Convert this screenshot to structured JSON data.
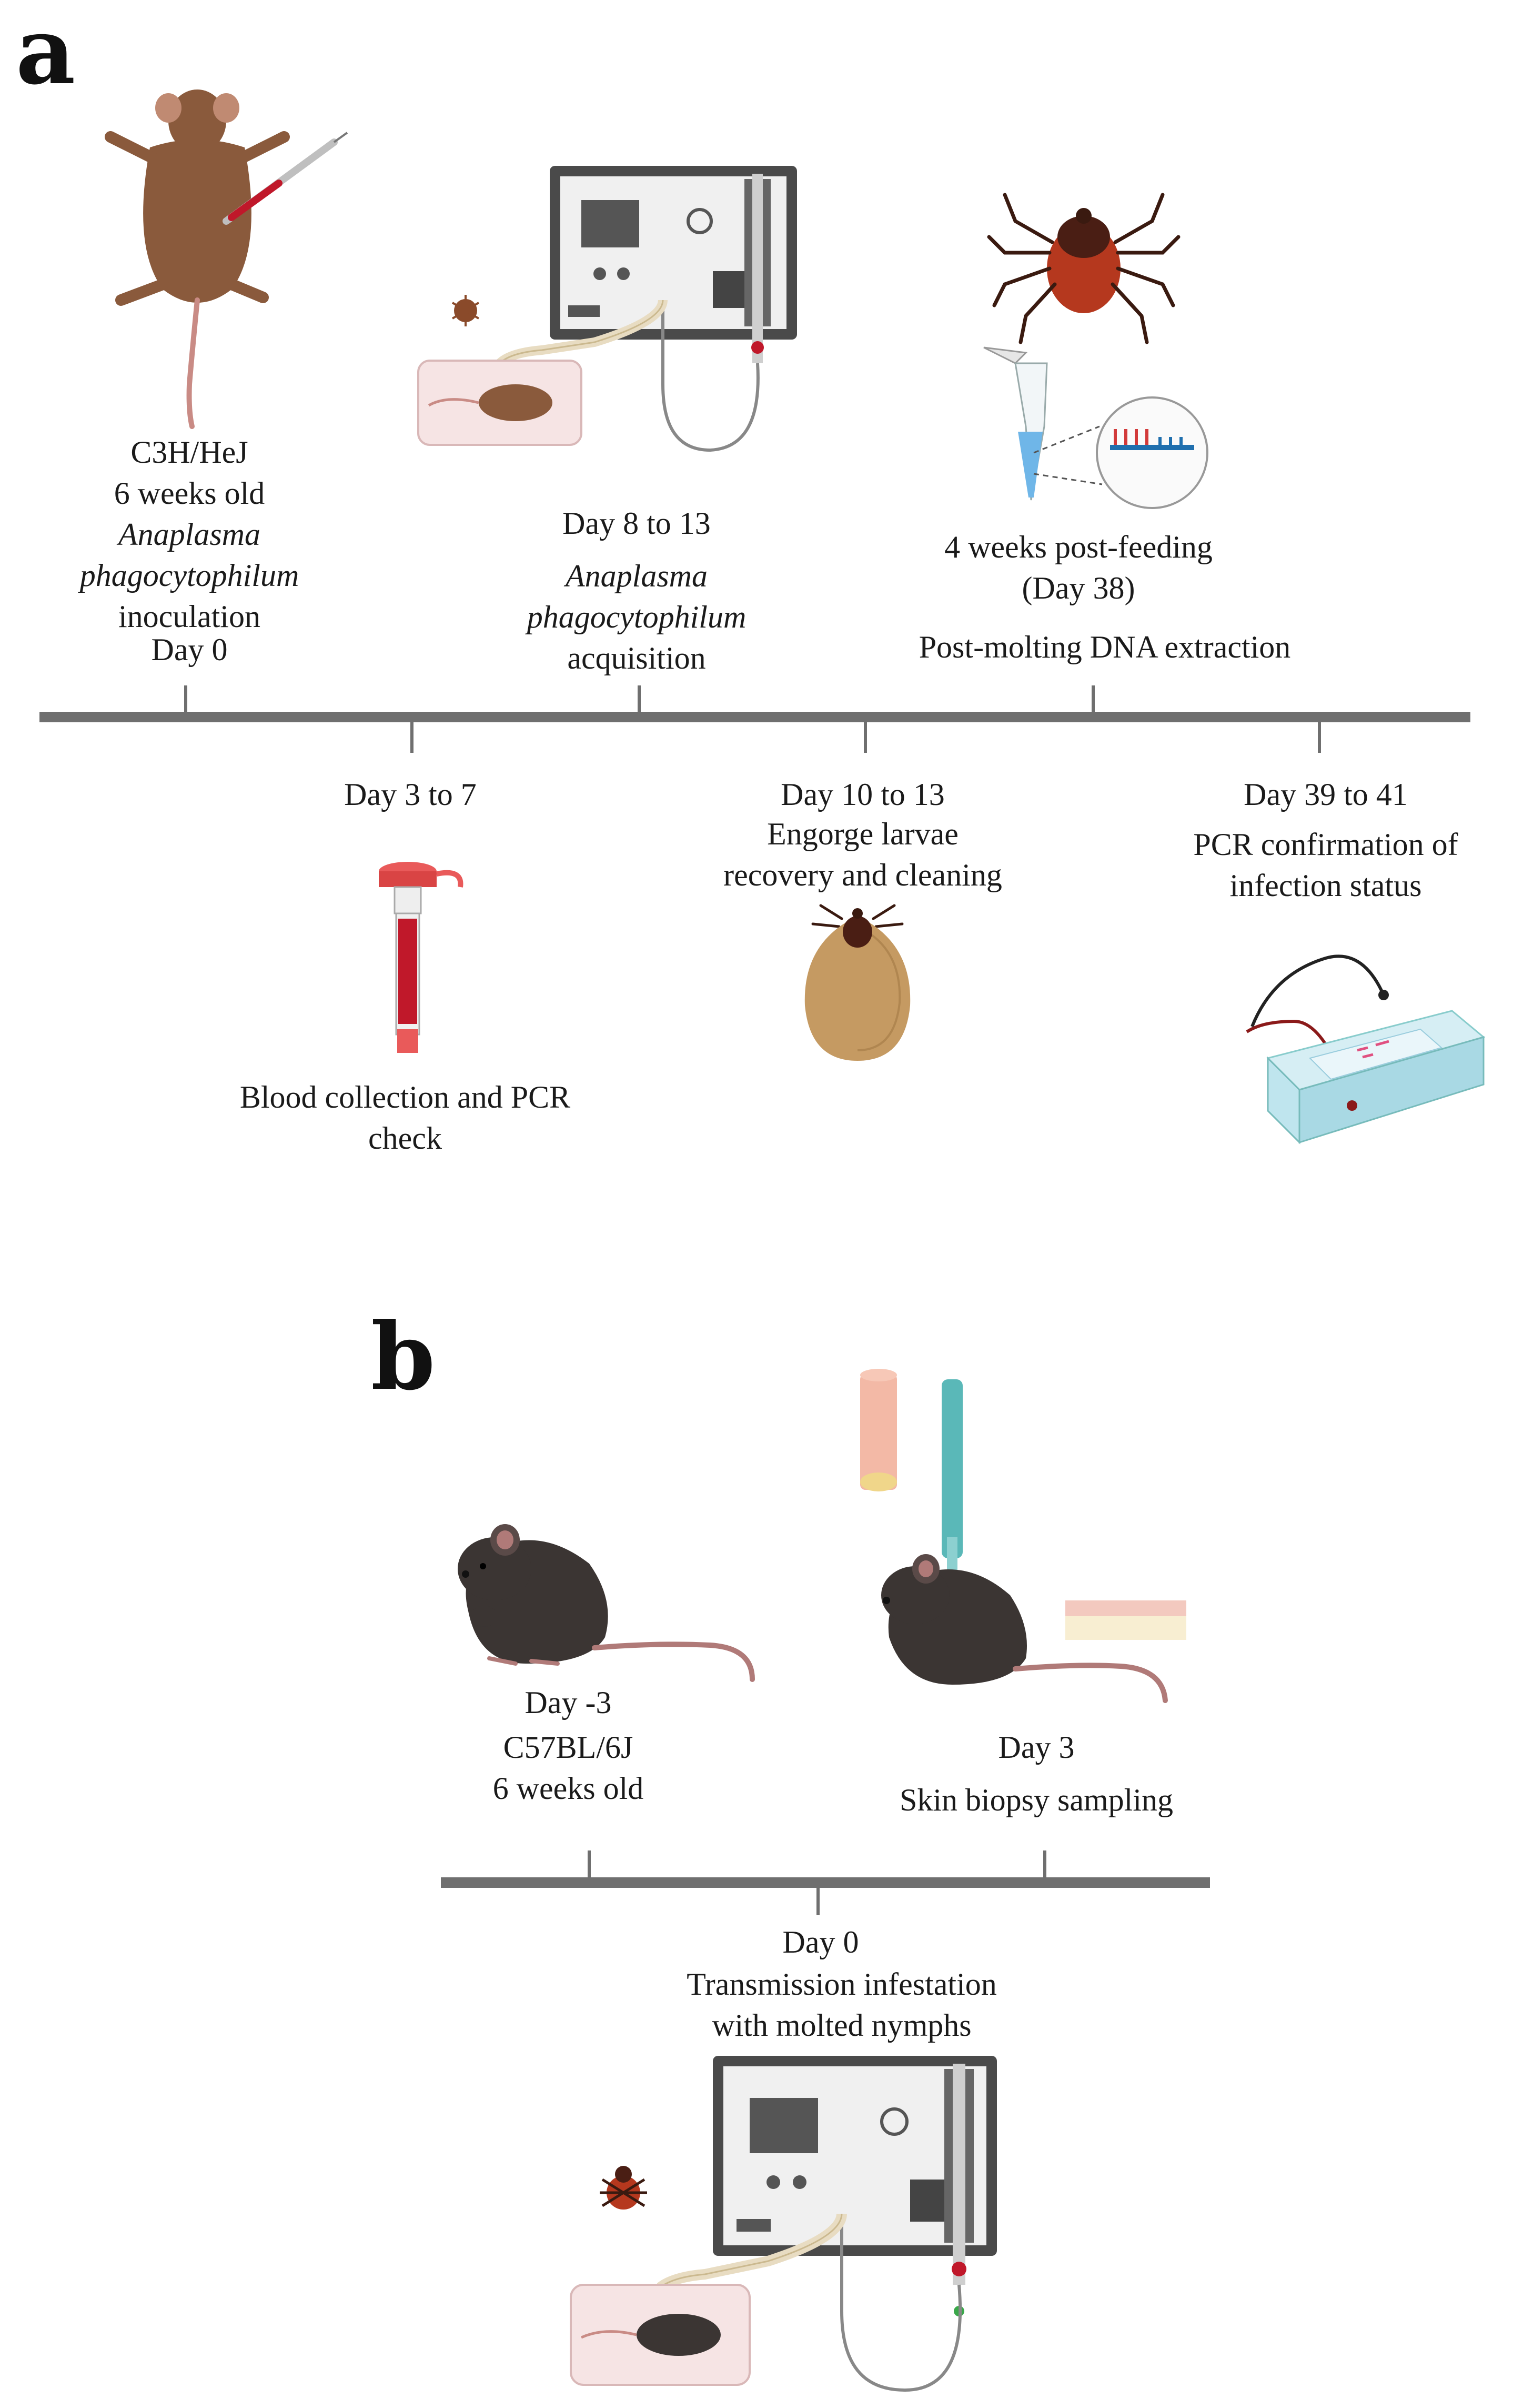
{
  "panel_a": {
    "label": "a",
    "events_above": [
      {
        "lines": [
          "C3H/HeJ",
          "6 weeks old",
          "Anaplasma",
          "phagocytophilum",
          "inoculation"
        ],
        "day": "Day 0",
        "icon": "injected-mouse-icon"
      },
      {
        "day": "Day 8 to 13",
        "lines": [
          "Anaplasma",
          "phagocytophilum",
          "acquisition"
        ],
        "icon": "feeding-apparatus-icon"
      },
      {
        "lines": [
          "4 weeks post-feeding",
          "(Day 38)"
        ],
        "caption": "Post-molting DNA extraction",
        "icon": "tick-dna-extraction-icon"
      }
    ],
    "events_below": [
      {
        "day": "Day 3 to 7",
        "caption_lines": [
          "Blood collection and PCR",
          "check"
        ],
        "icon": "blood-tube-icon"
      },
      {
        "day": "Day 10 to 13",
        "lines": [
          "Engorge larvae",
          "recovery and cleaning"
        ],
        "icon": "engorged-tick-icon"
      },
      {
        "day": "Day 39 to 41",
        "lines": [
          "PCR confirmation of",
          "infection status"
        ],
        "icon": "gel-electrophoresis-icon"
      }
    ],
    "colors": {
      "axis": "#6f6f6f",
      "mouse_brown": "#8a5a3c",
      "tick_red": "#b5381e",
      "blood": "#c0182a"
    }
  },
  "panel_b": {
    "label": "b",
    "events_above": [
      {
        "day": "Day -3",
        "lines": [
          "C57BL/6J",
          "6 weeks old"
        ],
        "icon": "black-mouse-icon"
      },
      {
        "day": "Day 3",
        "caption": "Skin biopsy sampling",
        "icon": "skin-biopsy-icon"
      }
    ],
    "events_below": [
      {
        "day": "Day 0",
        "lines": [
          "Transmission infestation",
          "with molted nymphs"
        ],
        "icon": "feeding-apparatus-icon"
      }
    ],
    "colors": {
      "mouse_black": "#3b3533",
      "biopsy_teal": "#5ab8b8"
    }
  }
}
